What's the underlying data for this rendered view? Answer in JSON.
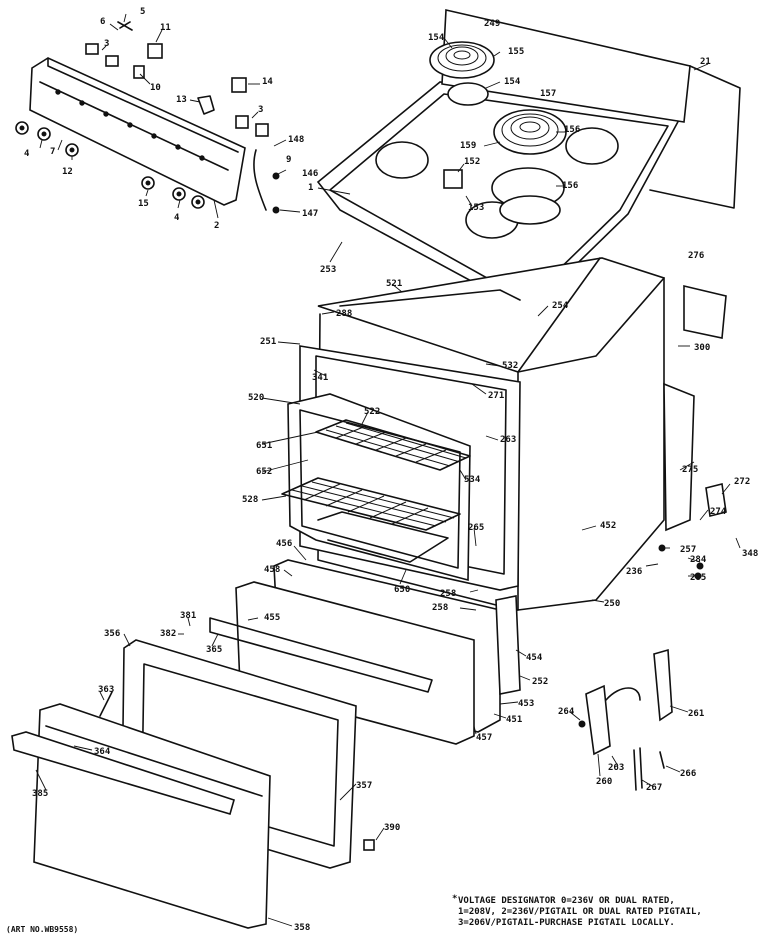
{
  "diagram": {
    "art_number": "(ART NO.WB9558)",
    "footnote_marker": "*",
    "footnote_lines": [
      "VOLTAGE DESIGNATOR 0=236V OR DUAL RATED,",
      "1=208V, 2=236V/PIGTAIL OR DUAL RATED PIGTAIL,",
      "3=206V/PIGTAIL-PURCHASE PIGTAIL LOCALLY."
    ],
    "callouts": [
      {
        "id": "c5",
        "text": "5"
      },
      {
        "id": "c6",
        "text": "6"
      },
      {
        "id": "c11",
        "text": "11"
      },
      {
        "id": "c3a",
        "text": "3"
      },
      {
        "id": "c10",
        "text": "10"
      },
      {
        "id": "c14",
        "text": "14"
      },
      {
        "id": "c13",
        "text": "13"
      },
      {
        "id": "c3b",
        "text": "3"
      },
      {
        "id": "c4a",
        "text": "4"
      },
      {
        "id": "c7",
        "text": "7"
      },
      {
        "id": "c12",
        "text": "12"
      },
      {
        "id": "c148",
        "text": "148"
      },
      {
        "id": "c9",
        "text": "9"
      },
      {
        "id": "c146",
        "text": "146"
      },
      {
        "id": "c147",
        "text": "147"
      },
      {
        "id": "c15",
        "text": "15"
      },
      {
        "id": "c4b",
        "text": "4"
      },
      {
        "id": "c2",
        "text": "2"
      },
      {
        "id": "c1",
        "text": "1"
      },
      {
        "id": "c154a",
        "text": "154"
      },
      {
        "id": "c155",
        "text": "155"
      },
      {
        "id": "c249",
        "text": "249"
      },
      {
        "id": "c154b",
        "text": "154"
      },
      {
        "id": "c157",
        "text": "157"
      },
      {
        "id": "c21",
        "text": "21"
      },
      {
        "id": "c156a",
        "text": "156"
      },
      {
        "id": "c159",
        "text": "159"
      },
      {
        "id": "c152",
        "text": "152"
      },
      {
        "id": "c153",
        "text": "153"
      },
      {
        "id": "c156b",
        "text": "156"
      },
      {
        "id": "c253",
        "text": "253"
      },
      {
        "id": "c254",
        "text": "254"
      },
      {
        "id": "c276",
        "text": "276"
      },
      {
        "id": "c521",
        "text": "521"
      },
      {
        "id": "c288",
        "text": "288"
      },
      {
        "id": "c300",
        "text": "300"
      },
      {
        "id": "c251",
        "text": "251"
      },
      {
        "id": "c532",
        "text": "532"
      },
      {
        "id": "c341",
        "text": "341"
      },
      {
        "id": "c271",
        "text": "271"
      },
      {
        "id": "c520",
        "text": "520"
      },
      {
        "id": "c522",
        "text": "522"
      },
      {
        "id": "c263",
        "text": "263"
      },
      {
        "id": "c651",
        "text": "651"
      },
      {
        "id": "c652",
        "text": "652"
      },
      {
        "id": "c534",
        "text": "534"
      },
      {
        "id": "c275",
        "text": "275"
      },
      {
        "id": "c272",
        "text": "272"
      },
      {
        "id": "c528",
        "text": "528"
      },
      {
        "id": "c265",
        "text": "265"
      },
      {
        "id": "c452",
        "text": "452"
      },
      {
        "id": "c274",
        "text": "274"
      },
      {
        "id": "c456",
        "text": "456"
      },
      {
        "id": "c257a",
        "text": "257"
      },
      {
        "id": "c348",
        "text": "348"
      },
      {
        "id": "c458",
        "text": "458"
      },
      {
        "id": "c650",
        "text": "650"
      },
      {
        "id": "c284",
        "text": "284"
      },
      {
        "id": "c236",
        "text": "236"
      },
      {
        "id": "c285",
        "text": "285"
      },
      {
        "id": "c258a",
        "text": "258"
      },
      {
        "id": "c258b",
        "text": "258"
      },
      {
        "id": "c250",
        "text": "250"
      },
      {
        "id": "c381",
        "text": "381"
      },
      {
        "id": "c382",
        "text": "382"
      },
      {
        "id": "c455",
        "text": "455"
      },
      {
        "id": "c356",
        "text": "356"
      },
      {
        "id": "c365",
        "text": "365"
      },
      {
        "id": "c454",
        "text": "454"
      },
      {
        "id": "c252",
        "text": "252"
      },
      {
        "id": "c453",
        "text": "453"
      },
      {
        "id": "c451",
        "text": "451"
      },
      {
        "id": "c457",
        "text": "457"
      },
      {
        "id": "c363",
        "text": "363"
      },
      {
        "id": "c264",
        "text": "264"
      },
      {
        "id": "c261",
        "text": "261"
      },
      {
        "id": "c364",
        "text": "364"
      },
      {
        "id": "c260",
        "text": "260"
      },
      {
        "id": "c263b",
        "text": "263"
      },
      {
        "id": "c267",
        "text": "267"
      },
      {
        "id": "c266",
        "text": "266"
      },
      {
        "id": "c385",
        "text": "385"
      },
      {
        "id": "c357",
        "text": "357"
      },
      {
        "id": "c390",
        "text": "390"
      },
      {
        "id": "c358",
        "text": "358"
      }
    ]
  }
}
